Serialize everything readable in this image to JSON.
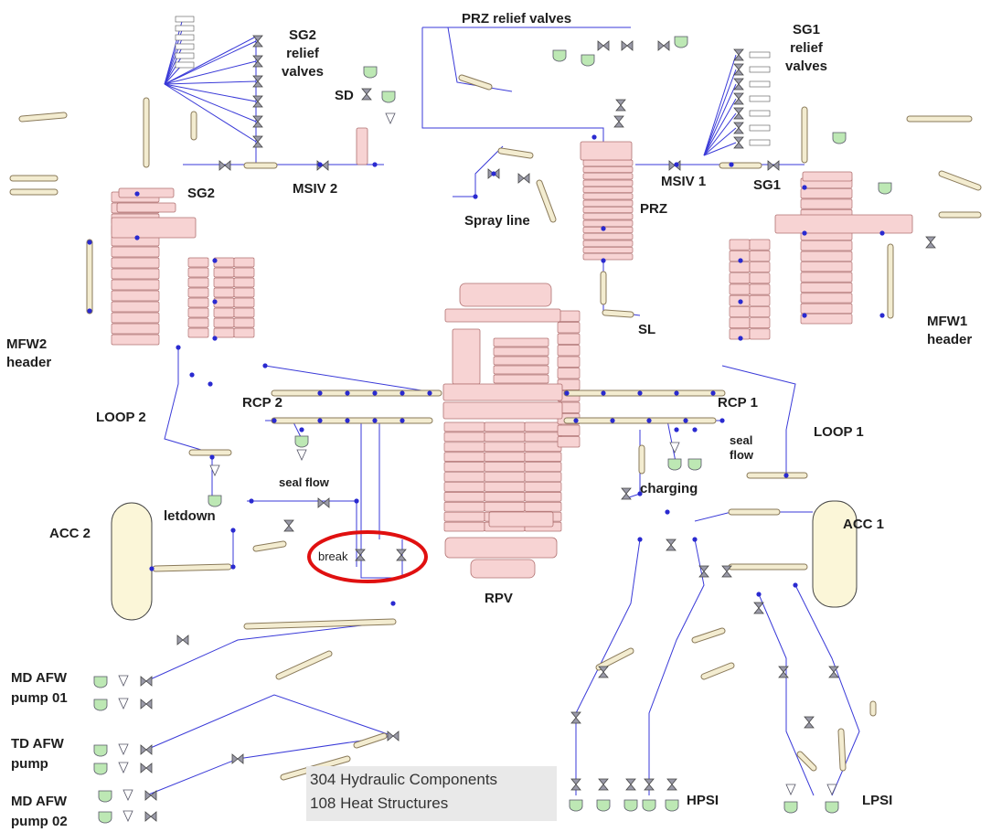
{
  "labels": {
    "prz_relief_valves": "PRZ relief valves",
    "sg2_relief_valves": "SG2 relief valves",
    "sg1_relief_valves": "SG1 relief valves",
    "sd": "SD",
    "sg2": "SG2",
    "msiv2": "MSIV 2",
    "msiv1": "MSIV 1",
    "sg1": "SG1",
    "spray_line": "Spray line",
    "prz": "PRZ",
    "sl": "SL",
    "mfw2_header": "MFW2 header",
    "mfw1_header": "MFW1 header",
    "loop2": "LOOP 2",
    "loop1": "LOOP 1",
    "rcp2": "RCP 2",
    "rcp1": "RCP 1",
    "seal_flow_2": "seal flow",
    "seal_flow_1": "seal flow",
    "charging": "charging",
    "letdown": "letdown",
    "acc2": "ACC 2",
    "acc1": "ACC 1",
    "break": "break",
    "rpv": "RPV",
    "md_afw_pump_01": "MD AFW pump 01",
    "td_afw_pump": "TD AFW pump",
    "md_afw_pump_02": "MD AFW pump 02",
    "hpsi": "HPSI",
    "lpsi": "LPSI"
  },
  "stats": {
    "hydraulic": "304 Hydraulic Components",
    "heat": "108 Heat Structures"
  },
  "colors": {
    "pipe": "#3a3ad8",
    "node": "#2a2ad0",
    "volume_fill": "#f7d3d3",
    "volume_stroke": "#b07070",
    "tank_fill": "#fbf6d8",
    "valve_fill": "#9a9aa8",
    "pump_fill": "#bde8b4",
    "break_circle": "#e01010"
  }
}
